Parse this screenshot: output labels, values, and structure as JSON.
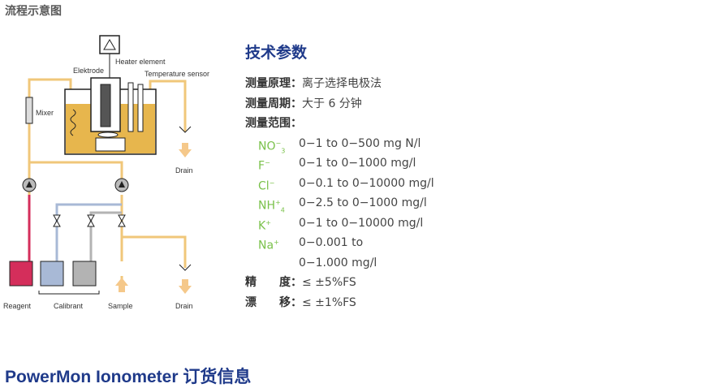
{
  "flow_title": "流程示意图",
  "diagram": {
    "labels": {
      "heater": "Heater element",
      "electrode": "Elektrode",
      "temp_sensor": "Temperature sensor",
      "mixer": "Mixer",
      "drain_top": "Drain",
      "reagent": "Reagent",
      "calibrant": "Calibrant",
      "sample": "Sample",
      "drain_bottom": "Drain"
    },
    "colors": {
      "pipe": "#f0c77a",
      "liquid": "#e7b64d",
      "reagent_line": "#d42e5b",
      "calibrant_line": "#a8b9d6",
      "gray_line": "#b3b3b3",
      "arrow": "#f5c88a"
    }
  },
  "specs": {
    "title": "技术参数",
    "principle_label": "测量原理：",
    "principle_value": "离子选择电极法",
    "period_label": "测量周期：",
    "period_value": "大于 6 分钟",
    "range_label": "测量范围：",
    "ions": [
      {
        "base": "NO",
        "sub": "3",
        "sup": "−",
        "range": "0−1 to 0−500 mg N/l"
      },
      {
        "base": "F",
        "sub": "",
        "sup": "−",
        "range": "0−1 to 0−1000 mg/l"
      },
      {
        "base": "Cl",
        "sub": "",
        "sup": "−",
        "range": "0−0.1 to 0−10000 mg/l"
      },
      {
        "base": "NH",
        "sub": "4",
        "sup": "+",
        "range": "0−2.5 to 0−1000 mg/l"
      },
      {
        "base": "K",
        "sub": "",
        "sup": "+",
        "range": "0−1 to 0−10000 mg/l"
      },
      {
        "base": "Na",
        "sub": "",
        "sup": "+",
        "range": "0−0.001 to"
      }
    ],
    "na_range_cont": "0−1.000 mg/l",
    "precision_label": "精　　度：",
    "precision_value": "≤ ±5%FS",
    "drift_label": "漂　　移：",
    "drift_value": "≤ ±1%FS"
  },
  "order_title": "PowerMon Ionometer 订货信息"
}
